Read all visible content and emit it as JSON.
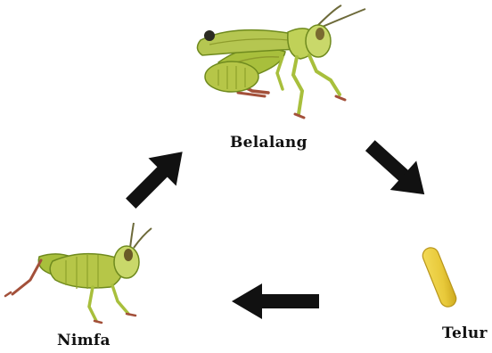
{
  "labels": {
    "adult": "Belalang",
    "egg": "Telur",
    "nymph": "Nimfa"
  },
  "colors": {
    "body_light": "#c9d86a",
    "body_mid": "#a8bf3c",
    "body_dark": "#6f8a1e",
    "wing": "#b5c651",
    "leg_red": "#a3503a",
    "egg": "#e8c93a",
    "egg_shade": "#c9a41a",
    "arrow": "#111111"
  },
  "stages": [
    "adult-grasshopper",
    "egg",
    "nymph"
  ]
}
